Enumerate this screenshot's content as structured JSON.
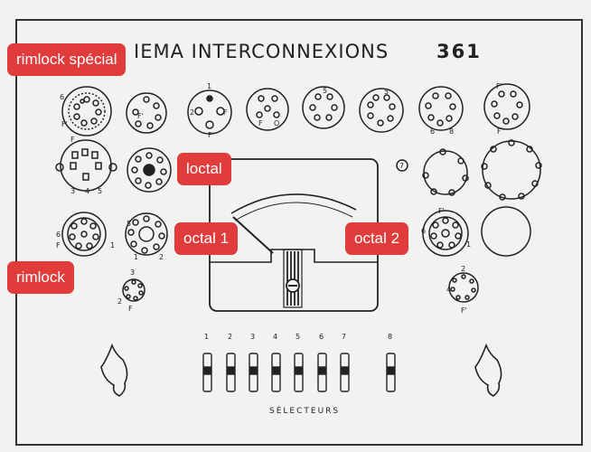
{
  "panel": {
    "title_text": "IEMA INTERCONNEXIONS",
    "model_number": "361",
    "pin_labels": {
      "six": "6",
      "f_prime": "F'",
      "f": "F",
      "seven": "7",
      "eight": "8",
      "one": "1",
      "two": "2",
      "three": "3",
      "four": "4",
      "five": "5",
      "zero": "O"
    },
    "selector_numbers": [
      "1",
      "2",
      "3",
      "4",
      "5",
      "6",
      "7",
      "8"
    ],
    "selector_caption": "SÉLECTEURS"
  },
  "annotations": {
    "rimlock_special": "rimlock spécial",
    "loctal": "loctal",
    "octal_1": "octal 1",
    "octal_2": "octal 2",
    "rimlock": "rimlock"
  },
  "colors": {
    "annotation_bg": "#e03c3c",
    "annotation_text": "#ffffff",
    "paper": "#f2f2f0",
    "ink": "#222222"
  }
}
